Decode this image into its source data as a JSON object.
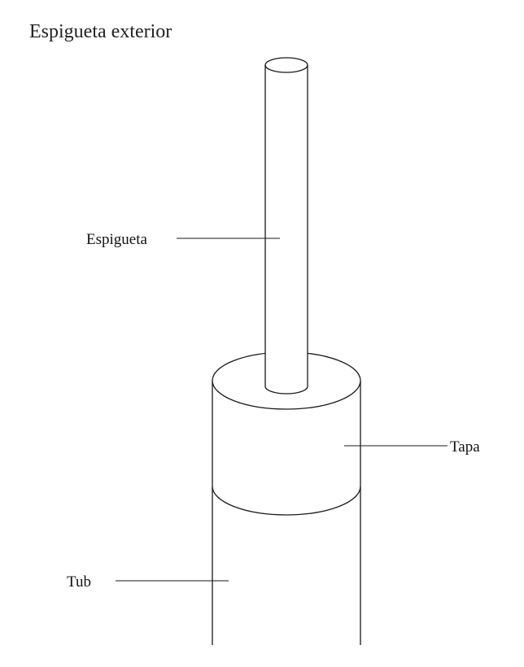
{
  "diagram": {
    "title": "Espigueta exterior",
    "labels": {
      "espigueta": "Espigueta",
      "tapa": "Tapa",
      "tub": "Tub"
    }
  }
}
